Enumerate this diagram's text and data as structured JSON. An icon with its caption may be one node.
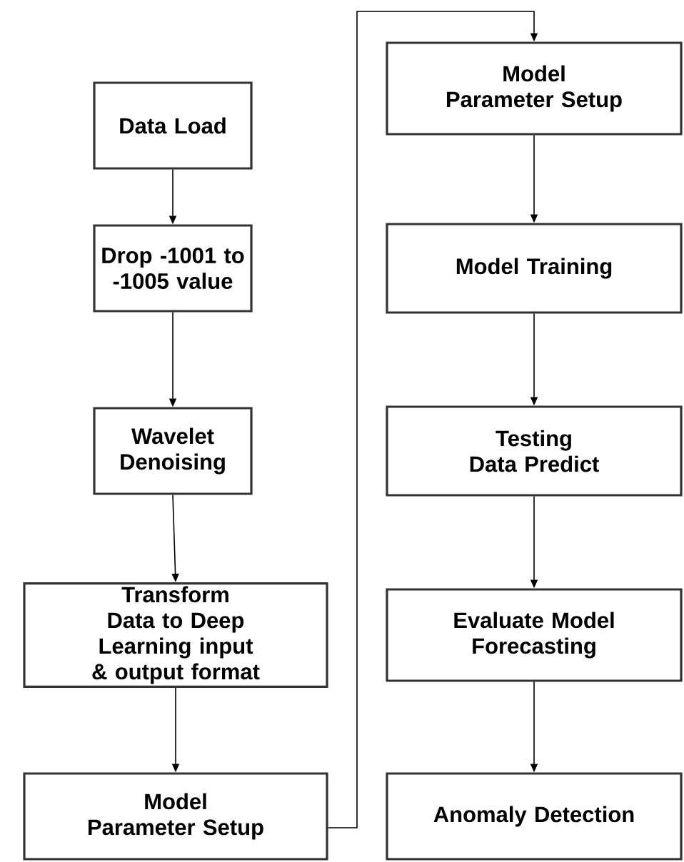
{
  "diagram": {
    "nodes": [
      {
        "text": [
          "Data Load"
        ]
      },
      {
        "text": [
          "Drop -1001 to -1005 value"
        ]
      },
      {
        "text": [
          "Wavelet Denoising"
        ]
      },
      {
        "text": [
          "Transform Data to Deep Learning input & output format"
        ]
      },
      {
        "text": [
          "Model Parameter Setup"
        ]
      },
      {
        "text": [
          "Model Parameter Setup"
        ]
      },
      {
        "text": [
          "Model Training"
        ]
      },
      {
        "text": [
          "Testing Data Predict"
        ]
      },
      {
        "text": [
          "Evaluate Model Forecasting"
        ]
      },
      {
        "text": [
          "Anomaly Detection"
        ]
      }
    ],
    "edges": [
      {
        "from": 0,
        "to": 1,
        "arrow": "to"
      },
      {
        "from": 1,
        "to": 2,
        "arrow": "to"
      },
      {
        "from": 2,
        "to": 3,
        "arrow": "to"
      },
      {
        "from": 3,
        "to": 4,
        "arrow": "to"
      },
      {
        "from": 4,
        "to": 5,
        "arrow": "to"
      },
      {
        "from": 5,
        "to": 6,
        "arrow": "to"
      },
      {
        "from": 6,
        "to": 7,
        "arrow": "to"
      },
      {
        "from": 7,
        "to": 8,
        "arrow": "to"
      },
      {
        "from": 8,
        "to": 9,
        "arrow": "to"
      }
    ]
  }
}
